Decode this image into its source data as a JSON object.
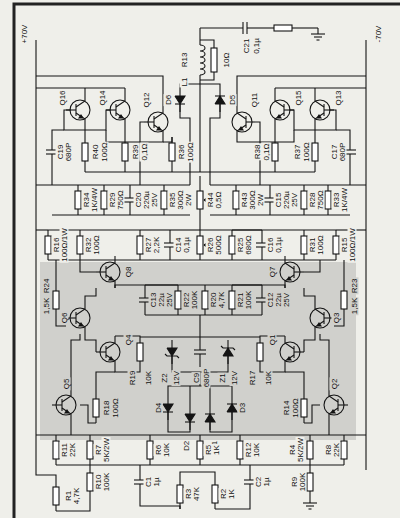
{
  "diagram": {
    "labels": [
      "+70V",
      "-70V",
      "C21",
      "0,1µ",
      "R13",
      "10Ω",
      "L1",
      "D6",
      "D5",
      "Q16",
      "Q14",
      "Q15",
      "Q13",
      "R40",
      "100Ω",
      "R39",
      "0,1Ω",
      "R38",
      "0,1Ω",
      "R37",
      "100Ω",
      "Q12",
      "Q11",
      "R36",
      "100Ω",
      "C19",
      "680P",
      "R34",
      "1K/4W",
      "R29",
      "750Ω",
      "C20",
      "220µ",
      "25V",
      "R35",
      "300Ω",
      "2W",
      "R44",
      "0,5Ω",
      "R43",
      "300Ω",
      "2W",
      "C15",
      "220µ",
      "25V",
      "R28",
      "750Ω",
      "R33",
      "1K/4W",
      "C17",
      "680P",
      "R16",
      "100Ω/1W",
      "R32",
      "100Ω",
      "R27",
      "2,2K",
      "C14",
      "0,1µ",
      "R26",
      "500Ω",
      "R25",
      "680Ω",
      "C16",
      "0,1µ",
      "R31",
      "100Ω",
      "R15",
      "100Ω/1W",
      "Q8",
      "Q7",
      "R24",
      "1,5K",
      "R23",
      "1,5K",
      "C13",
      "22µ",
      "25V",
      "R22",
      "100K",
      "R20",
      "4,7K",
      "R21",
      "100K",
      "C12",
      "22µ",
      "25V",
      "Q6",
      "Q4",
      "Q1",
      "Q3",
      "R19",
      "10K",
      "Z2",
      "12V",
      "C9",
      "680P",
      "Z1",
      "12V",
      "R17",
      "10K",
      "R18",
      "100Ω",
      "D4",
      "D2",
      "D1",
      "D3",
      "R14",
      "100Ω",
      "Q5",
      "Q2",
      "R11",
      "22K",
      "R7",
      "5K/2W",
      "R6",
      "10K",
      "R5",
      "1K",
      "R12",
      "10K",
      "R4",
      "5K/2W",
      "R8",
      "22K",
      "R10",
      "100K",
      "C1",
      "1µ",
      "C2",
      "1µ",
      "R9",
      "100K",
      "R3",
      "47K",
      "R2",
      "1K",
      "R1",
      "4,7K"
    ]
  }
}
